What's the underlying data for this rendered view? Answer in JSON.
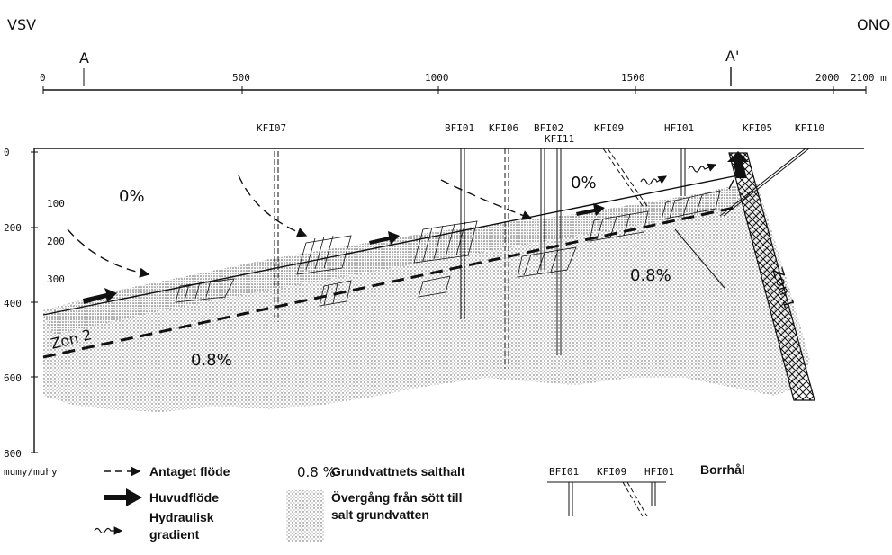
{
  "orientation": {
    "west": "VSV",
    "east": "ONO"
  },
  "section_markers": {
    "start": "A",
    "end": "A'"
  },
  "distance_scale": {
    "ticks": [
      "0",
      "500",
      "1000",
      "1500",
      "2000",
      "2100 m"
    ]
  },
  "depth_axis": {
    "ticks": [
      "0",
      "200",
      "400",
      "600",
      "800"
    ],
    "inner_ticks": [
      "100",
      "200",
      "300",
      "600"
    ],
    "unit_label": "mumy/muhy"
  },
  "boreholes": [
    "KFI07",
    "BFI01",
    "KFI06",
    "BFI02",
    "KFI11",
    "KFI09",
    "HFI01",
    "KFI05",
    "KFI10"
  ],
  "zones": {
    "zone2": "Zon 2",
    "zone1": "Zon 1"
  },
  "salinity_labels": {
    "fresh_west": "0%",
    "fresh_east": "0%",
    "salt_west": "0.8%",
    "salt_east": "0.8%"
  },
  "legend": {
    "assumed_flow": "Antaget flöde",
    "main_flow": "Huvudflöde",
    "hydraulic_gradient_line1": "Hydraulisk",
    "hydraulic_gradient_line2": "gradient",
    "salinity_value": "0.8 %",
    "salinity_label": "Grundvattnets salthalt",
    "transition_line1": "Övergång från sött till",
    "transition_line2": "salt grundvatten",
    "boreholes_title": "Borrhål",
    "borehole_examples": [
      "BFI01",
      "KFI09",
      "HFI01"
    ]
  }
}
